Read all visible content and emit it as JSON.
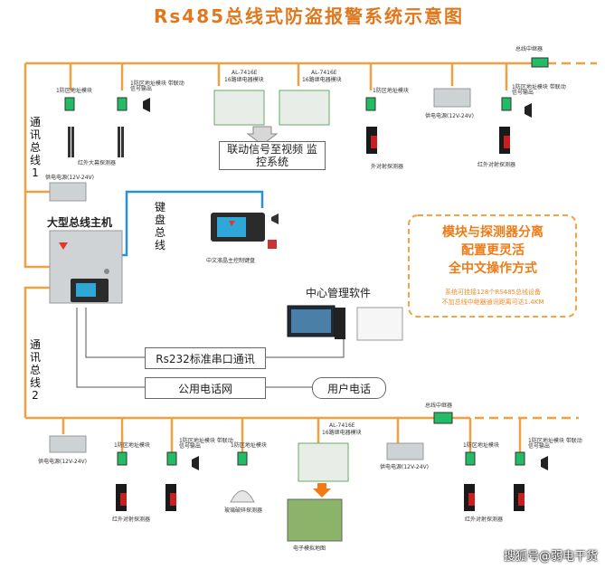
{
  "title": "Rs485总线式防盗报警系统示意图",
  "bus": {
    "bus1_label": "通讯总线1",
    "bus2_label": "通讯总线2",
    "keyboard_bus_label": "键盘总线"
  },
  "host": {
    "label": "大型总线主机"
  },
  "top": {
    "module1_label": "1防区地址模块",
    "module2_label": "1防区地址模块 带联动信号输出",
    "curtain_detector_label": "红外大幕探测器",
    "relay_a_code": "AL-7416E",
    "relay_a_label": "16路继电器模块",
    "relay_b_code": "AL-7416E",
    "relay_b_label": "16路继电器模块",
    "linkage_text": "联动信号至视频 监控系统",
    "module3_label": "1防区地址模块",
    "power_label": "供电电源(12V-24V)",
    "module4_label": "1防区地址模块 带联动信号输出",
    "repeater_label": "总线中继器",
    "beam1_label": "外对射探测器",
    "beam2_label": "红外对射探测器"
  },
  "left_power_label": "供电电源(12V-24V)",
  "keypad_label": "中文液晶主控制键盘",
  "callout": {
    "line1": "模块与探测器分离",
    "line2": "配置更灵活",
    "line3": "全中文操作方式",
    "note1": "系统可挂接128个RS485总线设备",
    "note2": "不加总线中继器通讯距离可达1.4KM"
  },
  "software_label": "中心管理软件",
  "rs232_label": "Rs232标准串口通讯",
  "pstn_label": "公用电话网",
  "user_phone_label": "用户电话",
  "bottom": {
    "repeater_label": "总线中继器",
    "power1_label": "供电电源(12V-24V)",
    "module1_label": "1防区地址模块",
    "module2_label": "1防区地址模块 带联动信号输出",
    "module3_label": "1防区地址模块",
    "relay_code": "AL-7416E",
    "relay_label": "16路继电器模块",
    "power2_label": "供电电源(12V-24V)",
    "module4_label": "1防区地址模块",
    "module5_label": "1防区地址模块 带联动信号输出",
    "beam1_label": "红外对射探测器",
    "glass_label": "玻璃破碎探测器",
    "map_label": "电子模拟地图",
    "beam2_label": "红外对射探测器"
  },
  "watermark": "搜狐号@弱电干货",
  "colors": {
    "bus_orange": "#f0a041",
    "keyboard_blue": "#2a8fd8",
    "title_orange": "#e0781e",
    "device_black": "#1a1a1a",
    "device_red": "#c82020"
  }
}
